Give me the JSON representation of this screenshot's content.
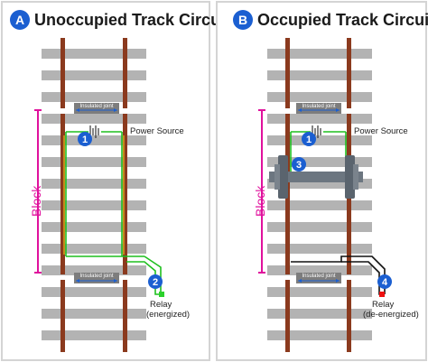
{
  "panels": [
    {
      "badge": "A",
      "title": "Unoccupied Track Circuit",
      "power_label": "Power Source",
      "relay_label_1": "Relay",
      "relay_label_2": "(energized)",
      "insulated_top": "Insulated joint",
      "insulated_bottom": "Insulated joint",
      "block_label": "Block",
      "markers": [
        "1",
        "2"
      ]
    },
    {
      "badge": "B",
      "title": "Occupied Track Circuit",
      "power_label": "Power Source",
      "relay_label_1": "Relay",
      "relay_label_2": "(de-energized)",
      "insulated_top": "Insulated joint",
      "insulated_bottom": "Insulated joint",
      "block_label": "Block",
      "markers": [
        "1",
        "3",
        "4"
      ]
    }
  ],
  "colors": {
    "rail": "#8b3a1e",
    "tie": "#b3b3b3",
    "circuit_active": "#1fbf1f",
    "circuit_inactive": "#111111",
    "badge": "#1b5fd1",
    "relay_on": "#2bd12b",
    "relay_off": "#ee1111",
    "block_bar": "#e0119d",
    "frame": "#d7d7d7"
  }
}
